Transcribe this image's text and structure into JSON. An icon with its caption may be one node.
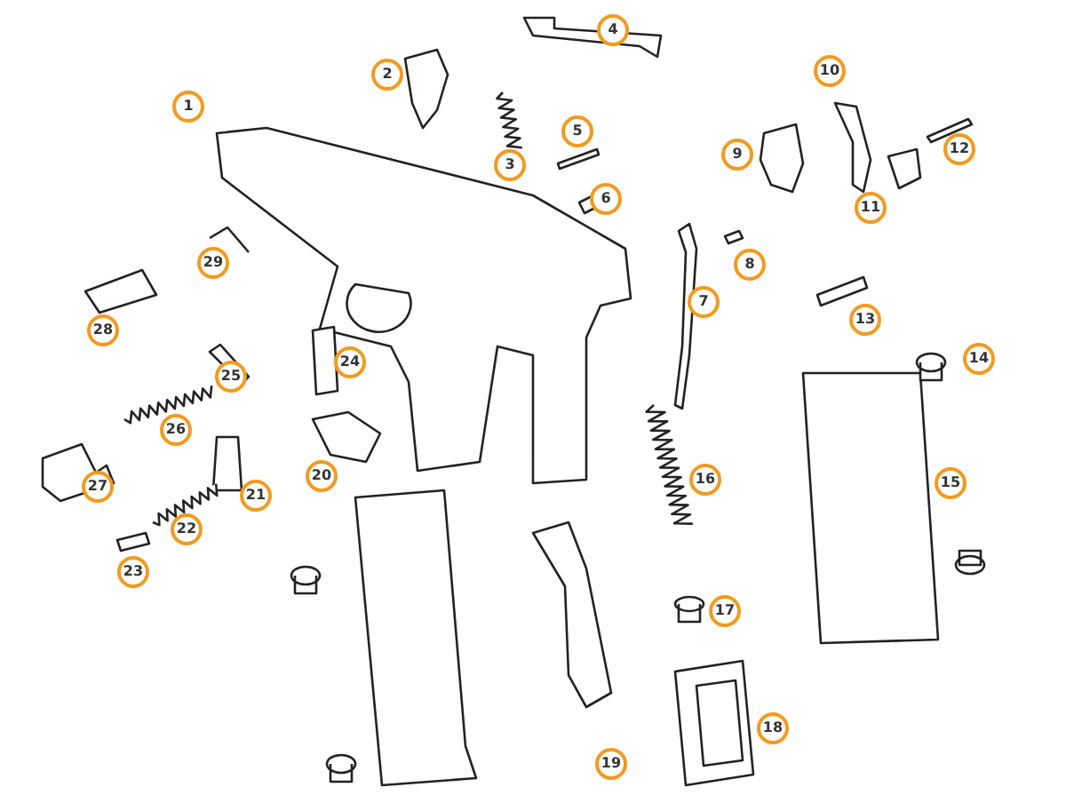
{
  "diagram": {
    "labels": [
      "1",
      "2",
      "3",
      "4",
      "5",
      "6",
      "7",
      "8",
      "9",
      "10",
      "11",
      "12",
      "13",
      "14",
      "15",
      "16",
      "17",
      "18",
      "19",
      "20",
      "21",
      "22",
      "23",
      "24",
      "25",
      "26",
      "27",
      "28",
      "29"
    ]
  }
}
